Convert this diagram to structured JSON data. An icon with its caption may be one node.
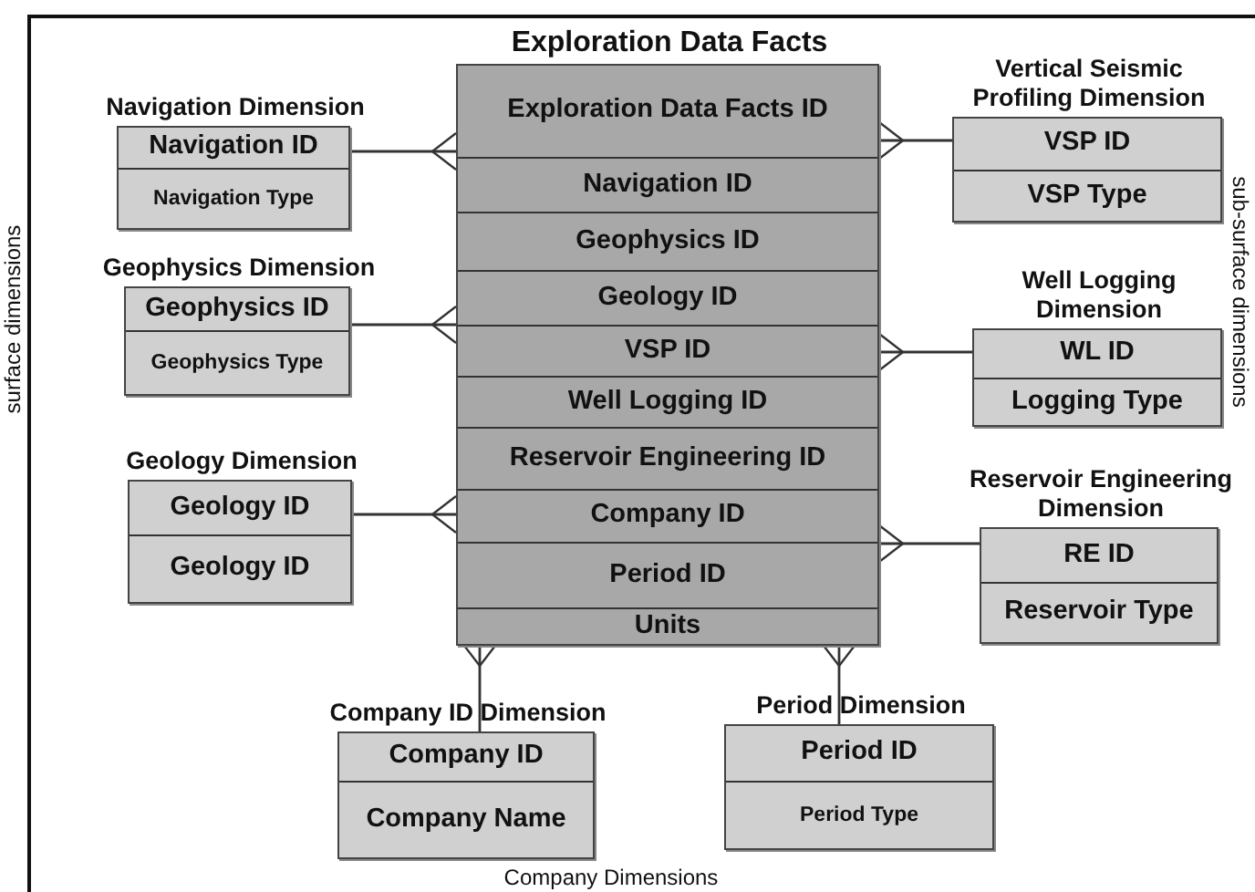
{
  "diagram": {
    "nodes": [
      {
        "text": [
          "Exploration Data Facts",
          "Exploration Data Facts ID",
          "Navigation ID",
          "Geophysics ID",
          "Geology ID",
          "VSP ID",
          "Well Logging ID",
          "Reservoir Engineering ID",
          "Company ID",
          "Period ID",
          "Units"
        ]
      },
      {
        "text": [
          "Navigation Dimension",
          "Navigation ID",
          "Navigation Type"
        ]
      },
      {
        "text": [
          "Geophysics Dimension",
          "Geophysics ID",
          "Geophysics Type"
        ]
      },
      {
        "text": [
          "Geology Dimension",
          "Geology ID",
          "Geology ID"
        ]
      },
      {
        "text": [
          "Vertical Seismic Profiling Dimension",
          "VSP ID",
          "VSP Type"
        ]
      },
      {
        "text": [
          "Well Logging Dimension",
          "WL ID",
          "Logging Type"
        ]
      },
      {
        "text": [
          "Reservoir Engineering Dimension",
          "RE ID",
          "Reservoir Type"
        ]
      },
      {
        "text": [
          "Company ID Dimension",
          "Company ID",
          "Company Name"
        ]
      },
      {
        "text": [
          "Period Dimension",
          "Period ID",
          "Period Type"
        ]
      }
    ],
    "edges": [
      {
        "from": 1,
        "to": 0,
        "arrow": "other"
      },
      {
        "from": 2,
        "to": 0,
        "arrow": "other"
      },
      {
        "from": 3,
        "to": 0,
        "arrow": "other"
      },
      {
        "from": 4,
        "to": 0,
        "arrow": "other"
      },
      {
        "from": 5,
        "to": 0,
        "arrow": "other"
      },
      {
        "from": 6,
        "to": 0,
        "arrow": "other"
      },
      {
        "from": 7,
        "to": 0,
        "arrow": "other"
      },
      {
        "from": 8,
        "to": 0,
        "arrow": "other"
      }
    ],
    "labels": [
      "surface dimensions",
      "sub-surface dimensions",
      "Company Dimensions"
    ]
  }
}
